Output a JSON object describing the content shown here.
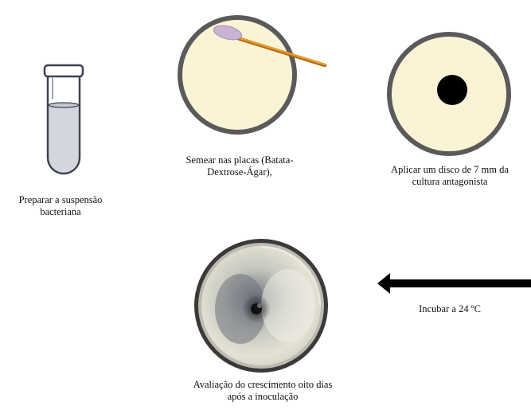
{
  "steps": {
    "step1": {
      "caption_line1": "Preparar a suspensão",
      "caption_line2": "bacteriana"
    },
    "step2": {
      "caption_line1": "Semear nas placas (Batata-",
      "caption_line2": "Dextrose-Ágar),"
    },
    "step3": {
      "caption_line1": "Aplicar um disco de 7 mm da",
      "caption_line2": "cultura antagonista"
    },
    "step4": {
      "caption": "Incubar a 24 ºC"
    },
    "step5": {
      "caption_line1": "Avaliação do crescimento oito dias",
      "caption_line2": "após a inoculação"
    }
  },
  "colors": {
    "agar": "#fbf3d6",
    "plate_rim": "#5a5a5a",
    "swab_stick": "#d98a1e",
    "swab_tip": "#c9b3d3",
    "tube_liquid": "#d3d6de",
    "tube_outline": "#3d4250",
    "disc": "#000000",
    "arrow": "#000000"
  },
  "icons": [
    "test-tube-icon",
    "swab-icon",
    "petri-dish-icon",
    "agar-disc-icon",
    "left-arrow-icon",
    "culture-plate-photo"
  ]
}
